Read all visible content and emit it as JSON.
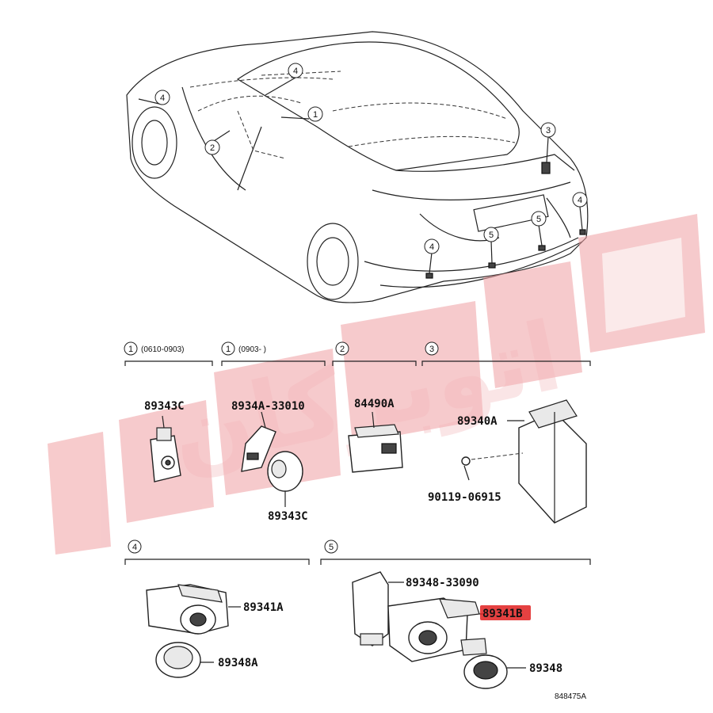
{
  "watermark": {
    "text": "اتوبرکان",
    "color": "#f0a0a3"
  },
  "diagram_ref": "848475A",
  "car_callouts": [
    "1",
    "2",
    "3",
    "4",
    "5"
  ],
  "groups": [
    {
      "num": "1",
      "label": "(0610-0903)"
    },
    {
      "num": "1",
      "label": "(0903-      )"
    },
    {
      "num": "2",
      "label": ""
    },
    {
      "num": "3",
      "label": ""
    },
    {
      "num": "4",
      "label": ""
    },
    {
      "num": "5",
      "label": ""
    }
  ],
  "parts": {
    "p89343C_a": "89343C",
    "p8934A": "8934A-33010",
    "p89343C_b": "89343C",
    "p84490A": "84490A",
    "p89340A": "89340A",
    "p90119": "90119-06915",
    "p89341A": "89341A",
    "p89348A": "89348A",
    "p89348_33090": "89348-33090",
    "p89341B": "89341B",
    "p89348": "89348"
  },
  "highlight_color": "#e02020"
}
